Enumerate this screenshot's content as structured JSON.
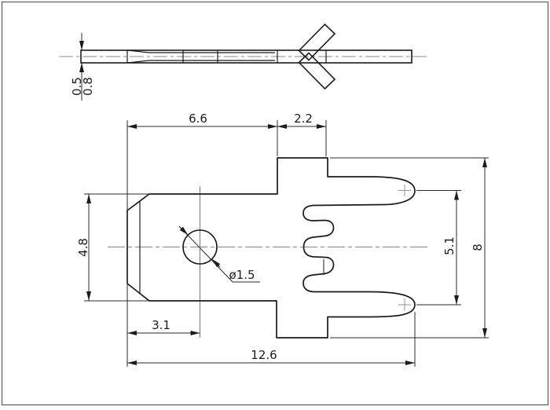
{
  "drawing": {
    "title": "terminal-lug-engineering-drawing",
    "colors": {
      "outline": "#1a1a1a",
      "dimension": "#2a2a2a",
      "centerline": "#888888",
      "tipmark": "#909090",
      "border": "#4a4a4a",
      "background": "#ffffff"
    }
  },
  "dims": {
    "thickness_a": "0.5",
    "thickness_b": "0.8",
    "body_width": "6.6",
    "tab_width": "2.2",
    "body_height": "4.8",
    "hole_offset": "3.1",
    "overall_length": "12.6",
    "hole_diameter": "ø1.5",
    "prong_span": "5.1",
    "overall_height": "8"
  }
}
